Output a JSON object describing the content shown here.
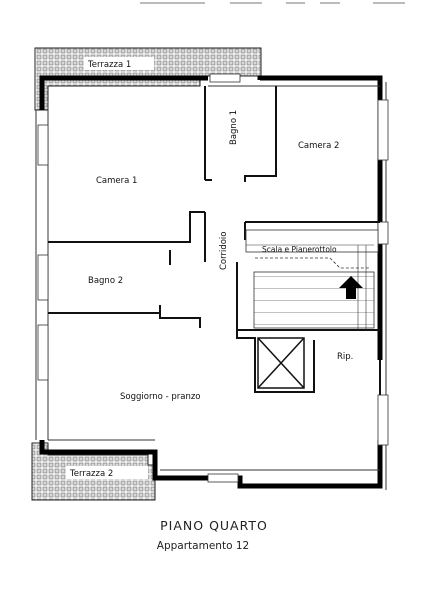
{
  "title": "PIANO QUARTO",
  "subtitle": "Appartamento 12",
  "rooms": {
    "terrazza_1": "Terrazza 1",
    "terrazza_2": "Terrazza 2",
    "bagno_1": "Bagno 1",
    "camera_1": "Camera 1",
    "camera_2": "Camera 2",
    "bagno_2": "Bagno 2",
    "corridoio": "Corridoio",
    "scala": "Scala e Pianerottolo",
    "ripostiglio": "Rip.",
    "soggiorno": "Soggiorno - pranzo"
  }
}
